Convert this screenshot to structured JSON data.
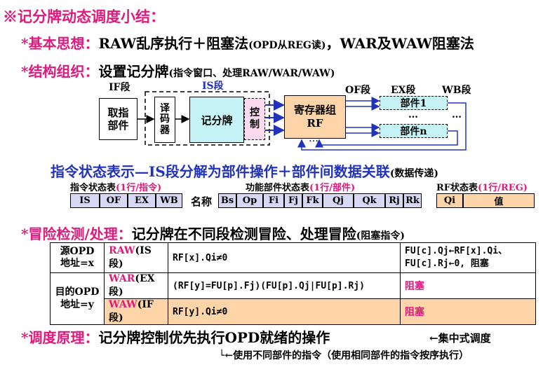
{
  "title": "※记分牌动态调度小结：",
  "line1": {
    "bullet": "*基本思想：",
    "text": "RAW乱序执行＋阻塞法",
    "small": "(OPD从REG读)",
    "text2": "，WAR及WAW阻塞法"
  },
  "line2": {
    "bullet": "*结构组织：",
    "text": "设置记分牌",
    "small": "(指令窗口、处理RAW/WAR/WAW)"
  },
  "diagram": {
    "if_label": "IF段",
    "is_label": "IS段",
    "of_label": "OF段",
    "ex_label": "EX段",
    "wb_label": "WB段",
    "fetch": "取指\n部件",
    "decoder": "译\n码\n器",
    "scoreboard": "记分牌",
    "control": "控\n制",
    "regfile": "寄存器组\nRF",
    "unit1": "部件1",
    "unitn": "部件n",
    "dots": "…"
  },
  "status_line": {
    "text": "指令状态表示—IS段分解为部件操作＋部件间数据关联",
    "small": "(数据传递)"
  },
  "inst_table": {
    "title": "指令状态表",
    "sub": "(1行/指令)",
    "cols": [
      "IS",
      "OF",
      "EX",
      "WB"
    ]
  },
  "func_table": {
    "title": "功能部件状态表",
    "sub": "(1行/部件)",
    "name_label": "名称",
    "cols": [
      "Bs",
      "Op",
      "Fi",
      "Fj",
      "Fk",
      "Qj",
      "Qk",
      "Rj",
      "Rk"
    ]
  },
  "rf_table": {
    "title": "RF状态表",
    "sub": "(1行/REG)",
    "cols": [
      "Qi",
      "值"
    ]
  },
  "hazard_line": {
    "bullet": "*冒险检测/处理：",
    "text": "记分牌在不同段检测冒险、处理冒险",
    "small": "(阻塞指令)"
  },
  "hazard_rows": [
    {
      "left": "源OPD\n地址=x",
      "type": "RAW",
      "stage": "(IS段)",
      "cond": "RF[x].Qi≠0",
      "action1": "FU[c].Qj←RF[x].Qi、",
      "action2": "FU[c].Rj←0, 阻塞"
    },
    {
      "left": "目的OPD\n地址=y",
      "type": "WAR",
      "stage": "(EX段)",
      "cond": "(RF[y]=FU[p].Fj)(FU[p].Qj|FU[p].Rj)",
      "action1": "阻塞"
    },
    {
      "type": "WAW",
      "stage": "(IF段)",
      "cond": "RF[y].Qi≠0",
      "action1": "阻塞"
    }
  ],
  "sched_line": {
    "bullet": "*调度原理：",
    "text": "记分牌控制优先执行OPD就绪的操作",
    "note": "←集中式调度"
  },
  "footer": {
    "text": "└←使用不同部件的指令（使用相同部件的指令按序执行）"
  }
}
